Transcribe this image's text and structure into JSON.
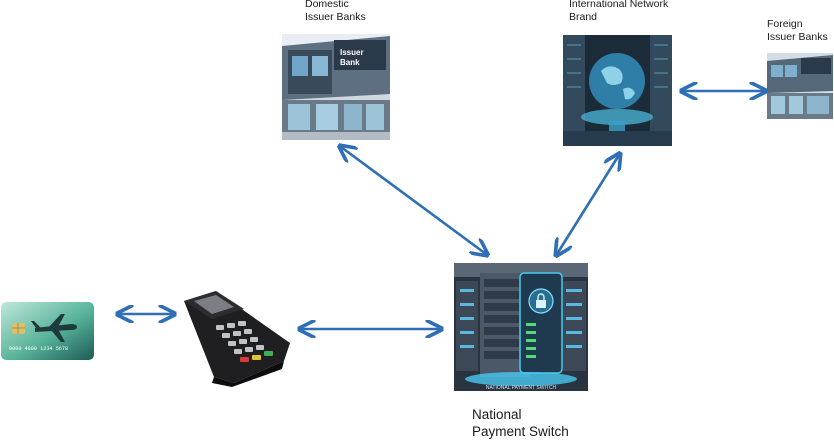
{
  "nodes": {
    "domestic_banks": {
      "label": "Domestic\nIssuer Banks",
      "sign": "Issuer Bank"
    },
    "network_brand": {
      "label": "International Network\nBrand"
    },
    "foreign_banks": {
      "label": "Foreign\nIssuer Banks"
    },
    "payment_switch": {
      "label": "National\nPayment Switch",
      "caption": "NATIONAL PAYMENT SWITCH"
    },
    "card": {
      "number": "0000 4000 1234 5678"
    },
    "pos_terminal": {}
  },
  "colors": {
    "arrow": "#2e6fb5"
  }
}
